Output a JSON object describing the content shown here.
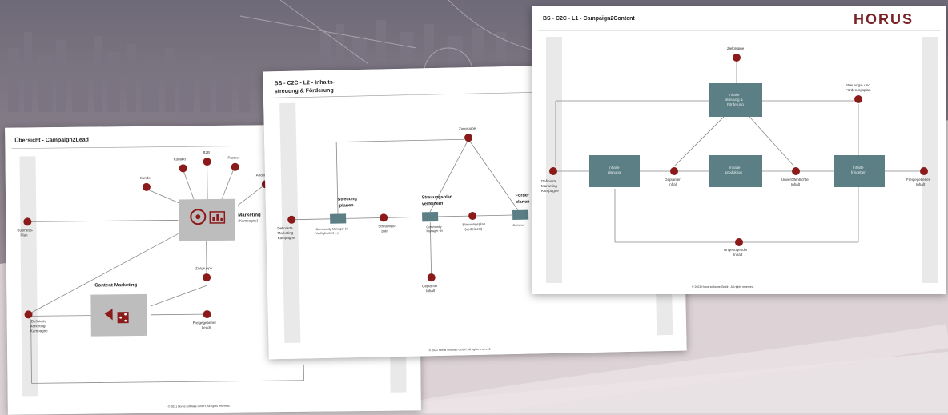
{
  "card_left": {
    "title": "Übersicht - Campaign2Lead",
    "labels": {
      "kunde": "Kunde",
      "kontakt": "Kontakt",
      "b2b": "B2B",
      "partner": "Partner",
      "ander": "Ander",
      "business_plan_1": "Business-",
      "business_plan_2": "Plan",
      "marketing": "Marketing",
      "marketing_sub": "(Kampagne)",
      "content_marketing": "Content-Marketing",
      "zielgruppe": "Zielgruppe",
      "def_kamp_1": "Definierte",
      "def_kamp_2": "Marketing-",
      "def_kamp_3": "Kampagne",
      "freigeg_leads_1": "Freigegebener",
      "freigeg_leads_2": "Leads"
    },
    "footer": "© 2021 Horus software GmbH. All rights reserved."
  },
  "card_mid": {
    "title_line1": "BS - C2C - L2 - Inhalts-",
    "title_line2": "streuung & Förderung",
    "labels": {
      "zielgruppe": "Zielgruppe",
      "streuung_1": "Streuung",
      "streuung_2": "planen",
      "streuungsplan_1": "Streuungsplan",
      "streuungsplan_2": "verfeinern",
      "foerderung_1": "Förder",
      "foerderung_2": "planen",
      "def_1": "Definierte",
      "def_2": "Marketing-",
      "def_3": "Kampagne",
      "streu_plan_1": "Streuungs-",
      "streu_plan_2": "plan",
      "streu_verf_1": "Streuungsplan",
      "streu_verf_2": "(verfeinert)",
      "role1_1": "Community Manager (in",
      "role1_2": "Verfügbarkeit (..)",
      "role2_1": "Community",
      "role2_2": "Manager (in",
      "role3": "Commu",
      "geplanter_1": "Geplanter",
      "geplanter_2": "Inhalt"
    },
    "footer": "© 2021 Horus software GmbH. All rights reserved."
  },
  "card_right": {
    "title": "BS - C2C - L1 - Campaign2Content",
    "logo": "HORUS",
    "labels": {
      "zielgruppe": "Zielgruppe",
      "inhalte_streuung_1": "Inhalte",
      "inhalte_streuung_2": "streuung &",
      "inhalte_streuung_3": "Förderung",
      "streu_kanaele_1": "Streuungs- und",
      "streu_kanaele_2": "Förderungsplan",
      "def_1": "Definierte",
      "def_2": "Marketing-",
      "def_3": "Kampagne",
      "inhalte_planung_1": "Inhalte",
      "inhalte_planung_2": "planung",
      "geplanter_1": "Geplanter",
      "geplanter_2": "Inhalt",
      "inhalte_prod_1": "Inhalte",
      "inhalte_prod_2": "produktion",
      "unveroeff_1": "Unveröffentlichter",
      "unveroeff_2": "Inhalt",
      "inhalte_freigeben_1": "Inhalte",
      "inhalte_freigeben_2": "freigeben",
      "freigeg_1": "Freigegebener",
      "freigeg_2": "Inhalt",
      "ungenuegend_1": "Ungenügender",
      "ungenuegend_2": "Inhalt"
    },
    "footer": "© 2021 Horus software GmbH. All rights reserved."
  },
  "colors": {
    "accent": "#8b1a1a",
    "process_box": "#5b7f84",
    "lane": "#e9e9e9",
    "background": "#ddd3d6"
  }
}
